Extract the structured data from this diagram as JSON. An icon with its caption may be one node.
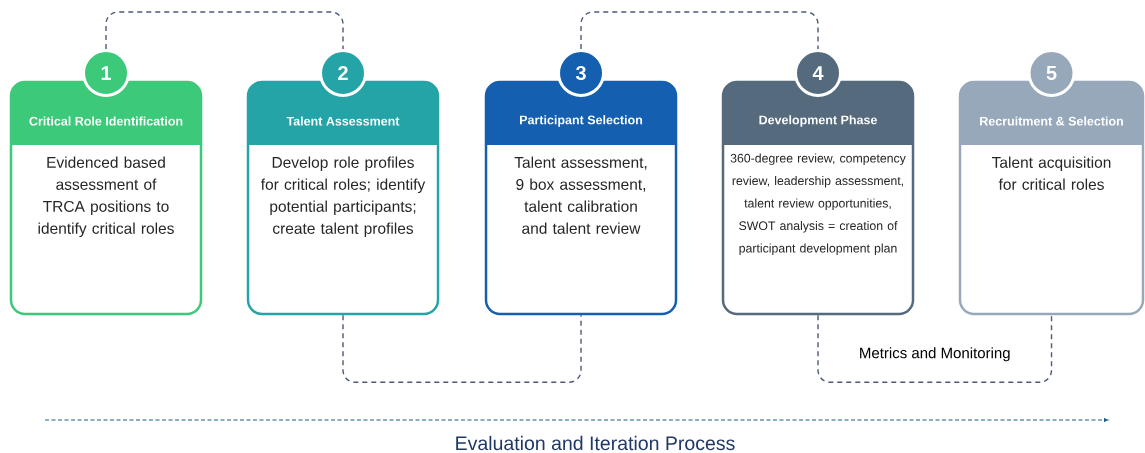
{
  "diagram": {
    "nodes": [
      {
        "text": [
          "1"
        ]
      },
      {
        "text": [
          "Critical Role Identification",
          "Evidenced based assessment of TRCA positions to identify critical roles"
        ]
      },
      {
        "text": [
          "2"
        ]
      },
      {
        "text": [
          "Talent Assessment",
          "Develop role profiles for critical roles; identify potential participants; create talent profiles"
        ]
      },
      {
        "text": [
          "3"
        ]
      },
      {
        "text": [
          "Participant Selection",
          "Talent assessment, 9 box assessment, talent calibration and talent review"
        ]
      },
      {
        "text": [
          "4"
        ]
      },
      {
        "text": [
          "Development Phase",
          "360-degree review, competency review, leadership assessment, talent review opportunities, SWOT analysis = creation of participant development plan"
        ]
      },
      {
        "text": [
          "5"
        ]
      },
      {
        "text": [
          "Recruitment & Selection",
          "Talent acquisition for critical roles"
        ]
      }
    ],
    "edges": [
      {
        "from": 0,
        "to": 2,
        "arrow": "none",
        "style": "dashed"
      },
      {
        "from": 3,
        "to": 5,
        "arrow": "none",
        "style": "dashed"
      },
      {
        "from": 4,
        "to": 6,
        "arrow": "none",
        "style": "dashed"
      },
      {
        "from": 7,
        "to": 9,
        "arrow": "none",
        "style": "dashed",
        "label": "Metrics and Monitoring"
      }
    ],
    "labels": [
      "Evaluation and Iteration Process"
    ]
  }
}
